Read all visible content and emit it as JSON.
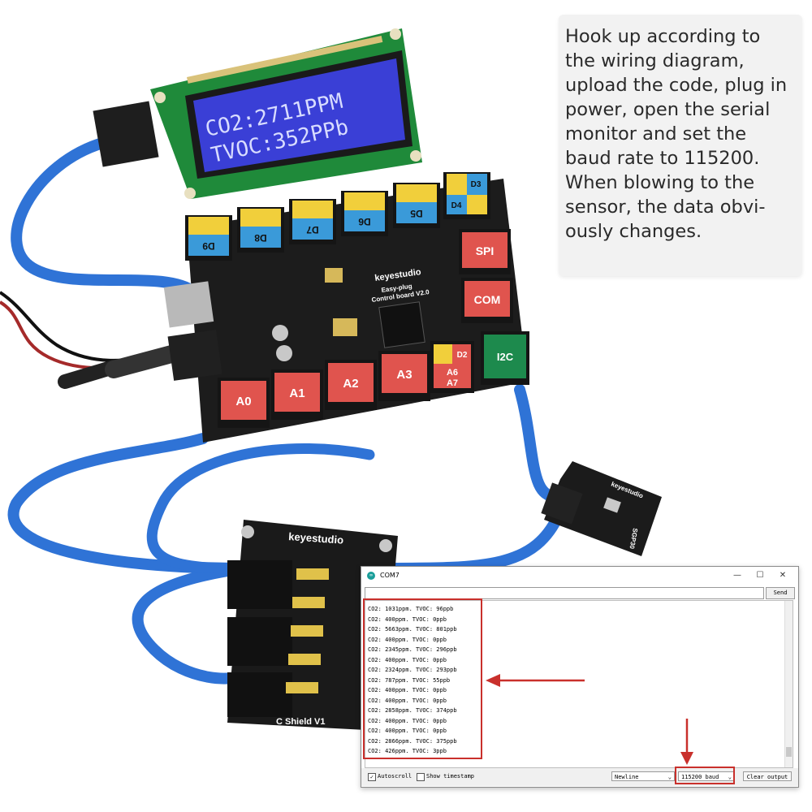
{
  "note": {
    "text": "Hook up according to\nthe wiring diagram,\nupload the code, plug in\npower, open the serial\nmonitor and set the\nbaud rate to 115200.\nWhen blowing to the\nsensor, the data obvi-\nously changes."
  },
  "lcd": {
    "line1": "CO2:2711PPM",
    "line2": "TVOC:352PPb"
  },
  "board": {
    "brand": "keyestudio",
    "model": "Easy-plug",
    "version": "Control board V2.0",
    "port_labels": {
      "d9": "D9",
      "d8": "D8",
      "d7": "D7",
      "d6": "D6",
      "d5": "D5",
      "d3": "D3",
      "d4": "D4",
      "spi": "SPI",
      "com": "COM",
      "i2c": "I2C",
      "d2": "D2",
      "a6": "A6",
      "a7": "A7",
      "a0": "A0",
      "a1": "A1",
      "a2": "A2",
      "a3": "A3"
    }
  },
  "shield": {
    "brand": "keyestudio",
    "label": "C Shield V1"
  },
  "sensor": {
    "brand": "keyestudio",
    "model": "SGP30"
  },
  "serial_monitor": {
    "title": "COM7",
    "app_icon": "arduino-icon",
    "minimize_glyph": "—",
    "maximize_glyph": "☐",
    "close_glyph": "✕",
    "send_input_value": "",
    "send_label": "Send",
    "lines": [
      "CO2: 1031ppm. TVOC: 96ppb",
      "CO2: 400ppm. TVOC: 0ppb",
      "CO2: 5663ppm. TVOC: 801ppb",
      "CO2: 400ppm. TVOC: 0ppb",
      "CO2: 2345ppm. TVOC: 296ppb",
      "CO2: 400ppm. TVOC: 0ppb",
      "CO2: 2324ppm. TVOC: 293ppb",
      "CO2: 787ppm. TVOC: 55ppb",
      "CO2: 400ppm. TVOC: 0ppb",
      "CO2: 400ppm. TVOC: 0ppb",
      "CO2: 2858ppm. TVOC: 374ppb",
      "CO2: 400ppm. TVOC: 0ppb",
      "CO2: 400ppm. TVOC: 0ppb",
      "CO2: 2866ppm. TVOC: 375ppb",
      "CO2: 426ppm. TVOC: 3ppb"
    ],
    "autoscroll_label": "Autoscroll",
    "autoscroll_checked": true,
    "autoscroll_mark": "✓",
    "timestamp_label": "Show timestamp",
    "timestamp_checked": false,
    "line_ending": "Newline",
    "baud_rate": "115200 baud",
    "clear_label": "Clear output",
    "caret_glyph": "⌄"
  },
  "colors": {
    "annotation_red": "#c9302c",
    "cable_blue": "#2f73d6",
    "lcd_blue": "#3a3fd6",
    "lcd_pcb": "#1f8a3a",
    "board_black": "#1c1c1c",
    "port_yellow": "#f1cf3b",
    "port_blue": "#3a9ad9",
    "port_red": "#e0544e",
    "port_green": "#1d8a4d"
  }
}
